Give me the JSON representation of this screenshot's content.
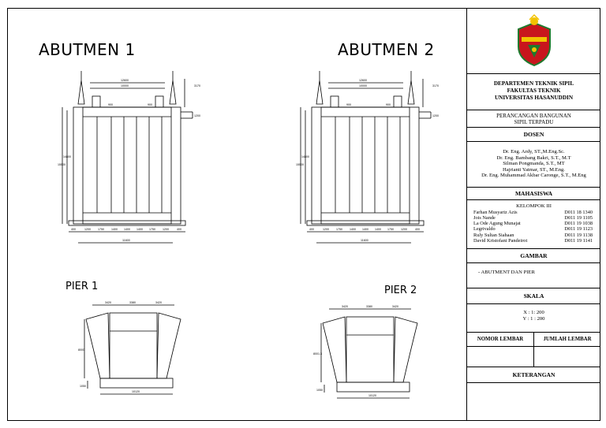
{
  "titles": {
    "abutment_1": "ABUTMEN 1",
    "abutment_2": "ABUTMEN 2",
    "pier_1": "PIER 1",
    "pier_2": "PIER 2"
  },
  "dims": {
    "top_outer": "12600",
    "top_inner": "10000",
    "seat_left": "900",
    "seat_right": "900",
    "side_right": "3170",
    "ledge": "1200",
    "height_outer": "15500",
    "height_inner": "14800",
    "bottom_segments": [
      "400",
      "1200",
      "1750",
      "1400",
      "1400",
      "1400",
      "1750",
      "1200",
      "400"
    ],
    "bottom_total": "11600",
    "pier_top_left": "3420",
    "pier_top_mid": "3380",
    "pier_top_right": "3420",
    "pier_height": "8000",
    "pier_height_2": "8001.3",
    "pier_base_h": "1050",
    "pier_base_w": "10120"
  },
  "title_block": {
    "org_1": "DEPARTEMEN TEKNIK SIPIL",
    "org_2": "FAKULTAS TEKNIK",
    "org_3": "UNIVERSITAS HASANUDDIN",
    "project_1": "PERANCANGAN BANGUNAN",
    "project_2": "SIPIL TERPADU",
    "dosen_label": "DOSEN",
    "dosen": [
      "Dr. Eng. Ardy, ST.,M.Eng.Sc.",
      "Dr. Eng. Bambang Bakri, S.T., M.T",
      "Silman Pongmanda, S.T., MT",
      "Hajrianti Yatmar, ST., M.Eng.",
      "Dr. Eng. Muhammad Akbar Caronge, S.T., M.Eng"
    ],
    "mahasiswa_label": "MAHASISWA",
    "kelompok": "KELOMPOK III",
    "mahasiswa": [
      {
        "name": "Farhan Musyariz Azis",
        "nim": "D011 18 1340"
      },
      {
        "name": "Jois Nande",
        "nim": "D011 19 1105"
      },
      {
        "name": "La Ode Agung Munajat",
        "nim": "D011 19 1038"
      },
      {
        "name": "Legrivaldo",
        "nim": "D011 19 1123"
      },
      {
        "name": "Ruly Sultan Siahaan",
        "nim": "D011 19 1138"
      },
      {
        "name": "David Kristofani Pandeirot",
        "nim": "D011 19 1141"
      }
    ],
    "gambar_label": "GAMBAR",
    "gambar_item": "-   ABUTMENT DAN PIER",
    "skala_label": "SKALA",
    "skala_x": "X : 1: 200",
    "skala_y": "Y : 1 : 200",
    "nomor_label": "NOMOR LEMBAR",
    "jumlah_label": "JUMLAH LEMBAR",
    "keterangan_label": "KETERANGAN"
  },
  "colors": {
    "logo_red": "#c8161d",
    "logo_yellow": "#f2c300",
    "logo_green": "#1e7a2e",
    "line": "#000000"
  }
}
